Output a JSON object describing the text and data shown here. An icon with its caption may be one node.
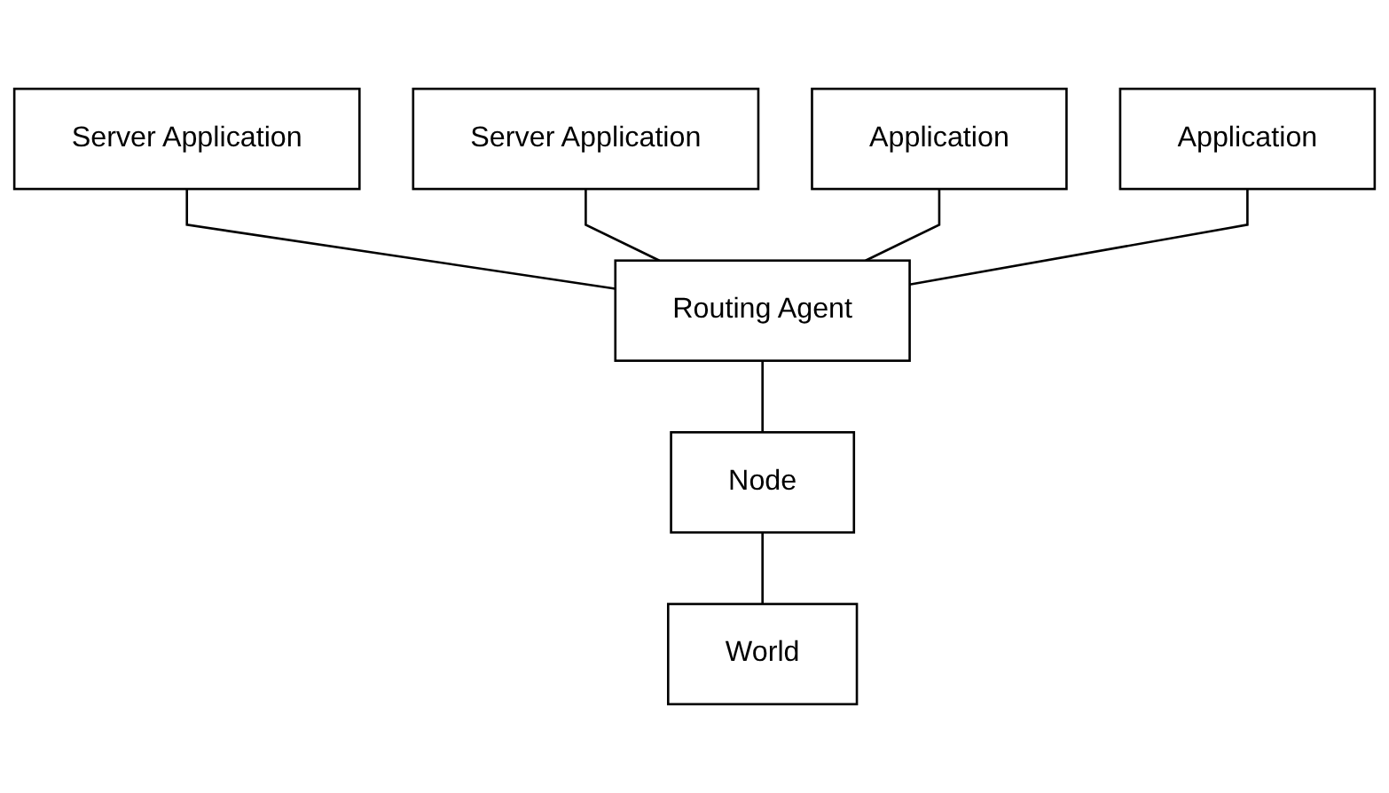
{
  "diagram": {
    "nodes": [
      {
        "text": [
          "Server Application"
        ]
      },
      {
        "text": [
          "Server Application"
        ]
      },
      {
        "text": [
          "Application"
        ]
      },
      {
        "text": [
          "Application"
        ]
      },
      {
        "text": [
          "Routing Agent"
        ]
      },
      {
        "text": [
          "Node"
        ]
      },
      {
        "text": [
          "World"
        ]
      }
    ],
    "edges": [
      {
        "from": 0,
        "to": 4,
        "arrow": "none"
      },
      {
        "from": 1,
        "to": 4,
        "arrow": "none"
      },
      {
        "from": 2,
        "to": 4,
        "arrow": "none"
      },
      {
        "from": 3,
        "to": 4,
        "arrow": "none"
      },
      {
        "from": 4,
        "to": 5,
        "arrow": "none"
      },
      {
        "from": 5,
        "to": 6,
        "arrow": "none"
      }
    ]
  }
}
